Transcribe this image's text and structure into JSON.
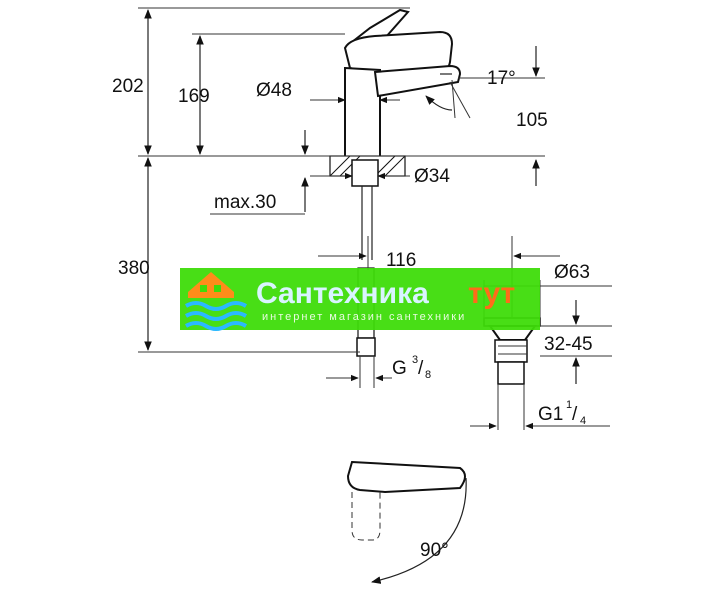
{
  "dimensions": {
    "total_height": "202",
    "spout_height": "169",
    "body_diameter": "Ø48",
    "spout_angle": "17°",
    "spout_reach": "105",
    "mount_diameter": "Ø34",
    "max_thickness": "max.30",
    "below_height": "380",
    "drain_offset": "116",
    "drain_diameter": "Ø63",
    "drain_range": "32-45",
    "hose_thread_base": "G",
    "hose_thread_num": "3",
    "hose_thread_den": "8",
    "drain_thread_base": "G1",
    "drain_thread_num": "1",
    "drain_thread_den": "4",
    "lever_angle": "90°"
  },
  "watermark": {
    "title_part1": "Сантехника",
    "title_part2": "тут",
    "subtitle": "интернет магазин сантехники"
  },
  "colors": {
    "watermark_band": "#3edc0a",
    "watermark_title": "#d9f4ff",
    "watermark_accent": "#ff6b1a",
    "logo": "#ff8c1a"
  }
}
